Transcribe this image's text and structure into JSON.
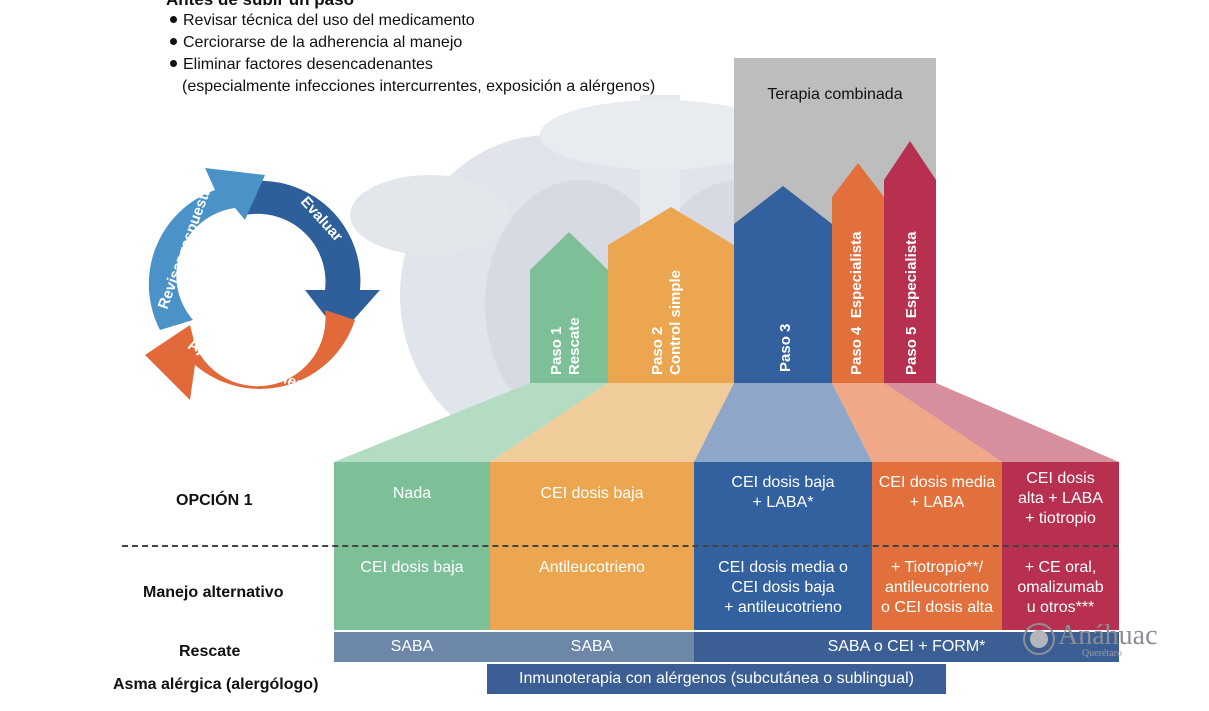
{
  "header": {
    "title": "Antes de subir un paso",
    "bullets": [
      "Revisar técnica del uso del medicamento",
      "Cerciorarse de la adherencia al manejo",
      "Eliminar factores desencadenantes"
    ],
    "note": "(especialmente infecciones intercurrentes, exposición a alérgenos)"
  },
  "cycle": {
    "evaluate": "Evaluar",
    "adjust": "Ajustar tratamiento",
    "review": "Revisar respuesta",
    "colors": {
      "evaluate": "#2e5f9a",
      "adjust": "#e2693a",
      "review": "#4b92c8"
    }
  },
  "combination_label": "Terapia combinada",
  "steps": [
    {
      "step": "Paso 1",
      "desc": "Rescate",
      "color": "#7dbf96"
    },
    {
      "step": "Paso 2",
      "desc": "Control simple",
      "color": "#eba64f"
    },
    {
      "step": "Paso 3",
      "desc": "",
      "color": "#33609e"
    },
    {
      "step": "Paso 4",
      "desc": "Especialista",
      "color": "#e2703c"
    },
    {
      "step": "Paso 5",
      "desc": "Especialista",
      "color": "#b8304f"
    }
  ],
  "rows": {
    "option1": "OPCIÓN 1",
    "alternative": "Manejo alternativo",
    "rescue": "Rescate",
    "allergic": "Asma alérgica (alergólogo)"
  },
  "option1": [
    "Nada",
    "CEI dosis baja",
    "CEI dosis baja\n+ LABA*",
    "CEI dosis media\n+ LABA",
    "CEI dosis\nalta + LABA\n+ tiotropio"
  ],
  "alternative": [
    "CEI dosis baja",
    "Antileucotrieno",
    "CEI dosis media o\nCEI dosis baja\n+ antileucotrieno",
    "+ Tiotropio**/\nantileucotrieno\no CEI dosis alta",
    "+ CE oral,\nomalizumab\nu otros***"
  ],
  "rescue": [
    "SABA",
    "SABA",
    "SABA o CEI + FORM*"
  ],
  "allergic_bar": "Inmunoterapia con alérgenos (subcutánea o sublingual)",
  "logo": {
    "name": "Anáhuac",
    "sub": "Querétaro"
  }
}
